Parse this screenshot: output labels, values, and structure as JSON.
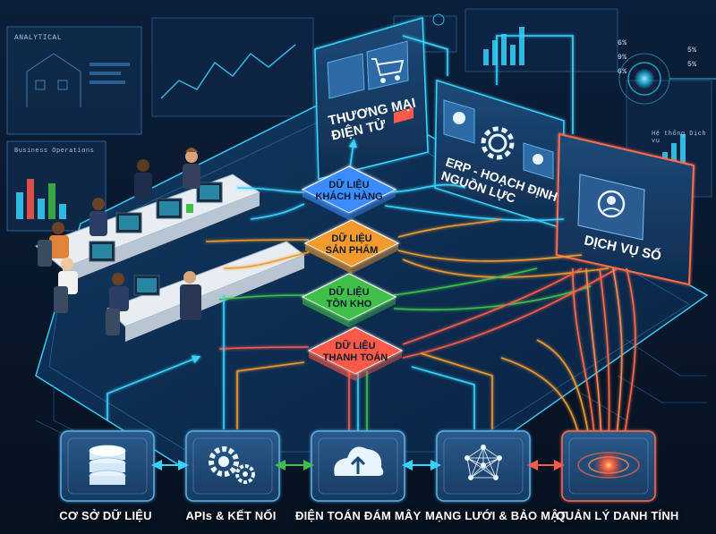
{
  "header_labels": {
    "analytical": "ANALYTICAL",
    "business_ops": "Business Operations",
    "right_small": "Hệ thống Dịch vụ"
  },
  "systems": {
    "ecommerce": "THƯƠNG MẠI\nĐIỆN TỬ",
    "erp": "ERP - HOẠCH ĐỊNH\nNGUỒN LỰC",
    "digital": "DỊCH VỤ SỐ"
  },
  "data_hubs": [
    {
      "id": "customer",
      "label": "DỮ LIỆU\nKHÁCH HÀNG",
      "color": "#3a8cff"
    },
    {
      "id": "product",
      "label": "DỮ LIỆU\nSẢN PHẨM",
      "color": "#f29a2e"
    },
    {
      "id": "inventory",
      "label": "DỮ LIỆU\nTỒN KHO",
      "color": "#3fbf4a"
    },
    {
      "id": "payment",
      "label": "DỮ LIỆU\nTHANH TOÁN",
      "color": "#ff5a4a"
    }
  ],
  "infrastructure": [
    {
      "id": "database",
      "label": "CƠ SỞ DỮ LIỆU",
      "icon": "database-icon"
    },
    {
      "id": "apis",
      "label": "APIs & KẾT NỐI",
      "icon": "gears-icon"
    },
    {
      "id": "cloud",
      "label": "ĐIỆN TOÁN ĐÁM MÂY",
      "icon": "cloud-upload-icon"
    },
    {
      "id": "network",
      "label": "MẠNG LƯỚI & BẢO MẬT",
      "icon": "network-icon"
    },
    {
      "id": "identity",
      "label": "QUẢN LÝ DANH TÍNH",
      "icon": "identity-glow-icon"
    }
  ],
  "right_percents": [
    "6%",
    "5%",
    "9%",
    "5%",
    "6%"
  ],
  "colors": {
    "blue": "#3a8cff",
    "orange": "#f29a2e",
    "green": "#3fbf4a",
    "red": "#ff5a4a",
    "cyan": "#37d4ff"
  }
}
